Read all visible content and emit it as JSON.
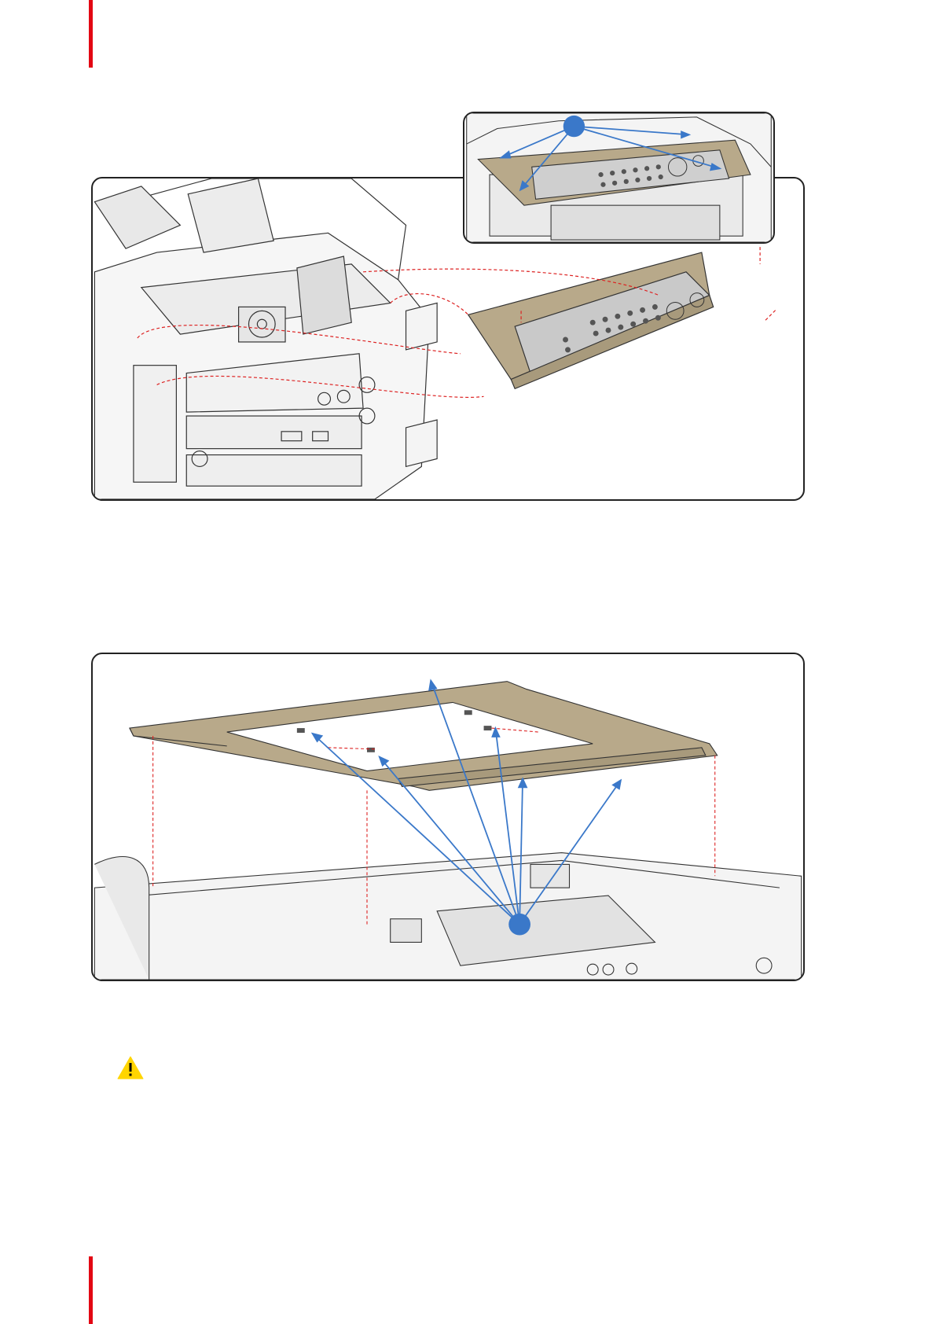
{
  "page": {
    "accent_color": "#e30613",
    "panel_color": "#b8a98a",
    "callout_color": "#3a78c9"
  },
  "figures": [
    {
      "name": "panel-removal-overview",
      "callout": ""
    },
    {
      "name": "panel-screws-detail",
      "callout": ""
    },
    {
      "name": "top-frame-screws",
      "callout": ""
    }
  ],
  "warning": {
    "icon": "warning-icon",
    "color": "#ffd500"
  }
}
